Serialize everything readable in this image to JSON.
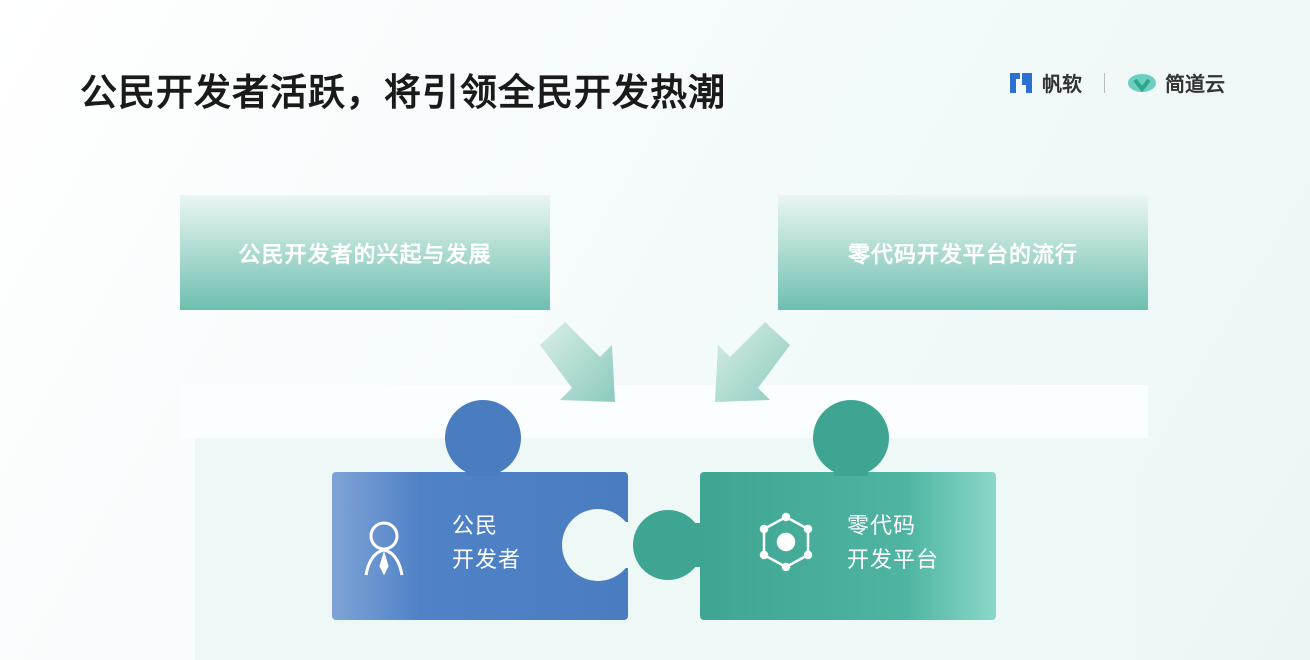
{
  "title": "公民开发者活跃，将引领全民开发热潮",
  "logos": {
    "brand1": "帆软",
    "brand2": "简道云"
  },
  "boxes": {
    "left": "公民开发者的兴起与发展",
    "right": "零代码开发平台的流行"
  },
  "pieces": {
    "left": {
      "line1": "公民",
      "line2": "开发者",
      "icon": "user-icon",
      "color": "#4d80c4"
    },
    "right": {
      "line1": "零代码",
      "line2": "开发平台",
      "icon": "hexagon-network-icon",
      "color": "#4fae9c"
    }
  }
}
